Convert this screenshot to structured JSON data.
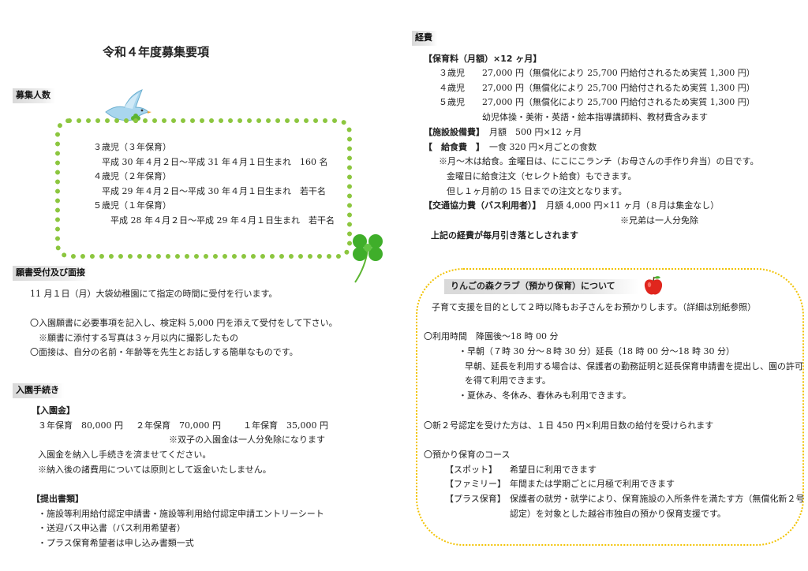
{
  "title": "令和４年度募集要項",
  "boshu": {
    "heading": "募集人数",
    "lines": [
      "３歳児（３年保育）",
      "　平成 30 年４月２日～平成 31 年４月１日生まれ　160 名",
      "４歳児（２年保育）",
      "　平成 29 年４月２日～平成 30 年４月１日生まれ　若干名",
      "５歳児（１年保育）",
      "　　平成 28 年４月２日～平成 29 年４月１日生まれ　若干名"
    ]
  },
  "gansho": {
    "heading": "願書受付及び面接",
    "line1": "11 月１日（月）大袋幼稚園にて指定の時間に受付を行います。",
    "line2": "〇入園願書に必要事項を記入し、検定料 5,000 円を添えて受付をして下さい。",
    "line3": "　※願書に添付する写真は３ヶ月以内に撮影したもの",
    "line4": "〇面接は、自分の名前・年齢等を先生とお話しする簡単なものです。"
  },
  "nyuen": {
    "heading": "入園手続き",
    "fee_heading": "【入園金】",
    "fee_3": "３年保育　80,000 円",
    "fee_2": "２年保育　70,000 円",
    "fee_1": "１年保育　35,000 円",
    "twins": "※双子の入園金は一人分免除になります",
    "note1": "入園金を納入し手続きを済ませてください。",
    "note2": "※納入後の諸費用については原則として返金いたしません。",
    "docs_heading": "【提出書類】",
    "docs": [
      "・施設等利用給付認定申請書・施設等利用給付認定申請エントリーシート",
      "・送迎バス申込書（バス利用希望者）",
      "・プラス保育希望者は申し込み書類一式"
    ]
  },
  "keihi": {
    "heading": "経費",
    "hoiku_heading": "【保育料（月額）×12 ヶ月】",
    "hoiku_lines": [
      "３歳児　　27,000 円（無償化により 25,700 円給付されるため実質 1,300 円）",
      "４歳児　　27,000 円（無償化により 25,700 円給付されるため実質 1,300 円）",
      "５歳児　　27,000 円（無償化により 25,700 円給付されるため実質 1,300 円）",
      "　　　　　幼児体操・美術・英語・絵本指導講師料、教材費含みます"
    ],
    "shisetsu_label": "【施設設備費】",
    "shisetsu_value": "月額　500 円×12 ヶ月",
    "kyushoku_label": "【　給食費　】",
    "kyushoku_value": "一食 320 円×月ごとの食数",
    "kyushoku_lines": [
      "※月～木は給食。金曜日は、にこにこランチ（お母さんの手作り弁当）の日です。",
      "金曜日に給食注文（セレクト給食）もできます。",
      "但し１ヶ月前の 15 日までの注文となります。"
    ],
    "kotsu_label": "【交通協力費（バス利用者）】",
    "kotsu_value": "月額 4,000 円×11 ヶ月（８月は集金なし）",
    "kotsu_note": "※兄弟は一人分免除",
    "footer": "上記の経費が毎月引き落としされます"
  },
  "ringo": {
    "title": "りんごの森クラブ（預かり保育）について",
    "intro": "子育て支援を目的として２時以降もお子さんをお預かりします。（詳細は別紙参照）",
    "time_heading": "〇利用時間　降園後～18 時 00 分",
    "early": "・早朝（７時 30 分～８時 30 分）延長（18 時 00 分～18 時 30 分）",
    "early_note1": "早朝、延長を利用する場合は、保護者の勤務証明と延長保育申請書を提出し、園の許可",
    "early_note2": "を得て利用できます。",
    "holiday": "・夏休み、冬休み、春休みも利用できます。",
    "nintei": "〇新２号認定を受けた方は、１日 450 円×利用日数の給付を受けられます",
    "course_heading": "〇預かり保育のコース",
    "spot_label": "【スポット】",
    "spot_text": "希望日に利用できます",
    "family_label": "【ファミリー】",
    "family_text": "年間または学期ごとに月極で利用できます",
    "plus_label": "【プラス保育】",
    "plus_text1": "保護者の就労・就学により、保育施設の入所条件を満たす方（無償化新２号",
    "plus_text2": "認定）を対象とした越谷市独自の預かり保育支援です。"
  }
}
